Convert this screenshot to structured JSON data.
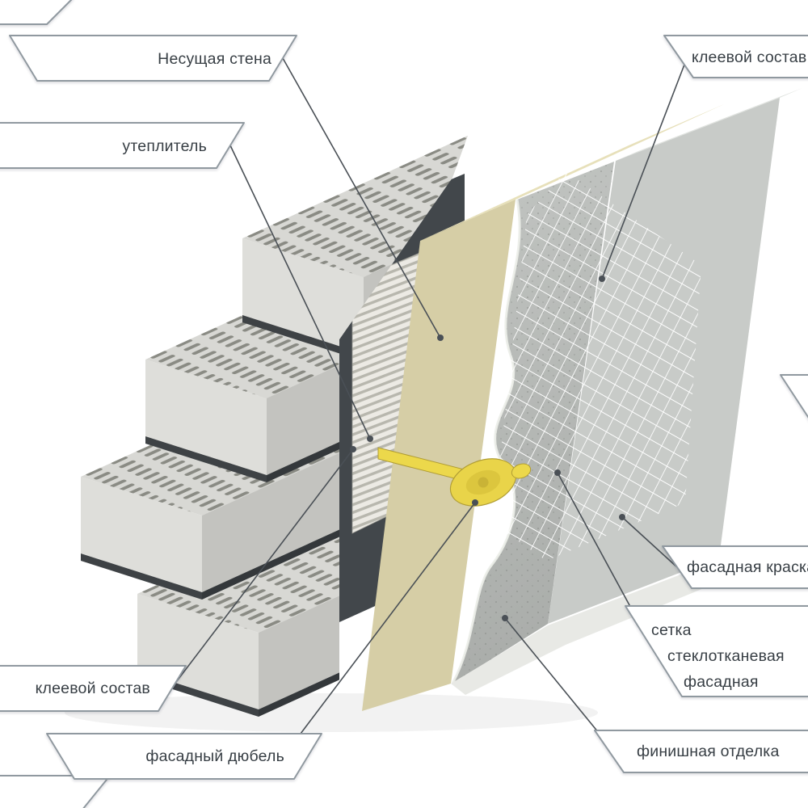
{
  "diagram": {
    "callouts": [
      {
        "id": "load-bearing-wall",
        "label": "Несущая стена"
      },
      {
        "id": "adhesive-top",
        "label": "клеевой состав"
      },
      {
        "id": "insulation",
        "label": "утеплитель"
      },
      {
        "id": "facade-paint",
        "label": "фасадная краска"
      },
      {
        "id": "fiberglass-mesh",
        "label": "сетка стеклотканевая фасадная",
        "lines": [
          "сетка",
          "стеклотканевая",
          "фасадная"
        ]
      },
      {
        "id": "adhesive-bottom",
        "label": "клеевой состав"
      },
      {
        "id": "facade-dowel",
        "label": "фасадный дюбель"
      },
      {
        "id": "finish-coat",
        "label": "финишная отделка"
      }
    ],
    "colors": {
      "background": "#ffffff",
      "banner_fill": "#ffffff",
      "banner_border": "#9099a0",
      "label_text": "#373e44",
      "leader_line": "#4a5056",
      "brick_face": "#dededa",
      "brick_top": "#d8d8d4",
      "brick_perforation": "#8a8b84",
      "mortar": "#3e4245",
      "insulation_edge_bg": "#eceae4",
      "insulation_top": "#e7e0ba",
      "insulation_front": "#d6cea6",
      "dowel": "#e9d449",
      "base_coat": "#b9bcb9",
      "mesh": "#ffffff",
      "finish_coat": "#c8cbc8",
      "finish_top": "#e0e3df",
      "cut_edge": "#e8e9e5"
    }
  }
}
